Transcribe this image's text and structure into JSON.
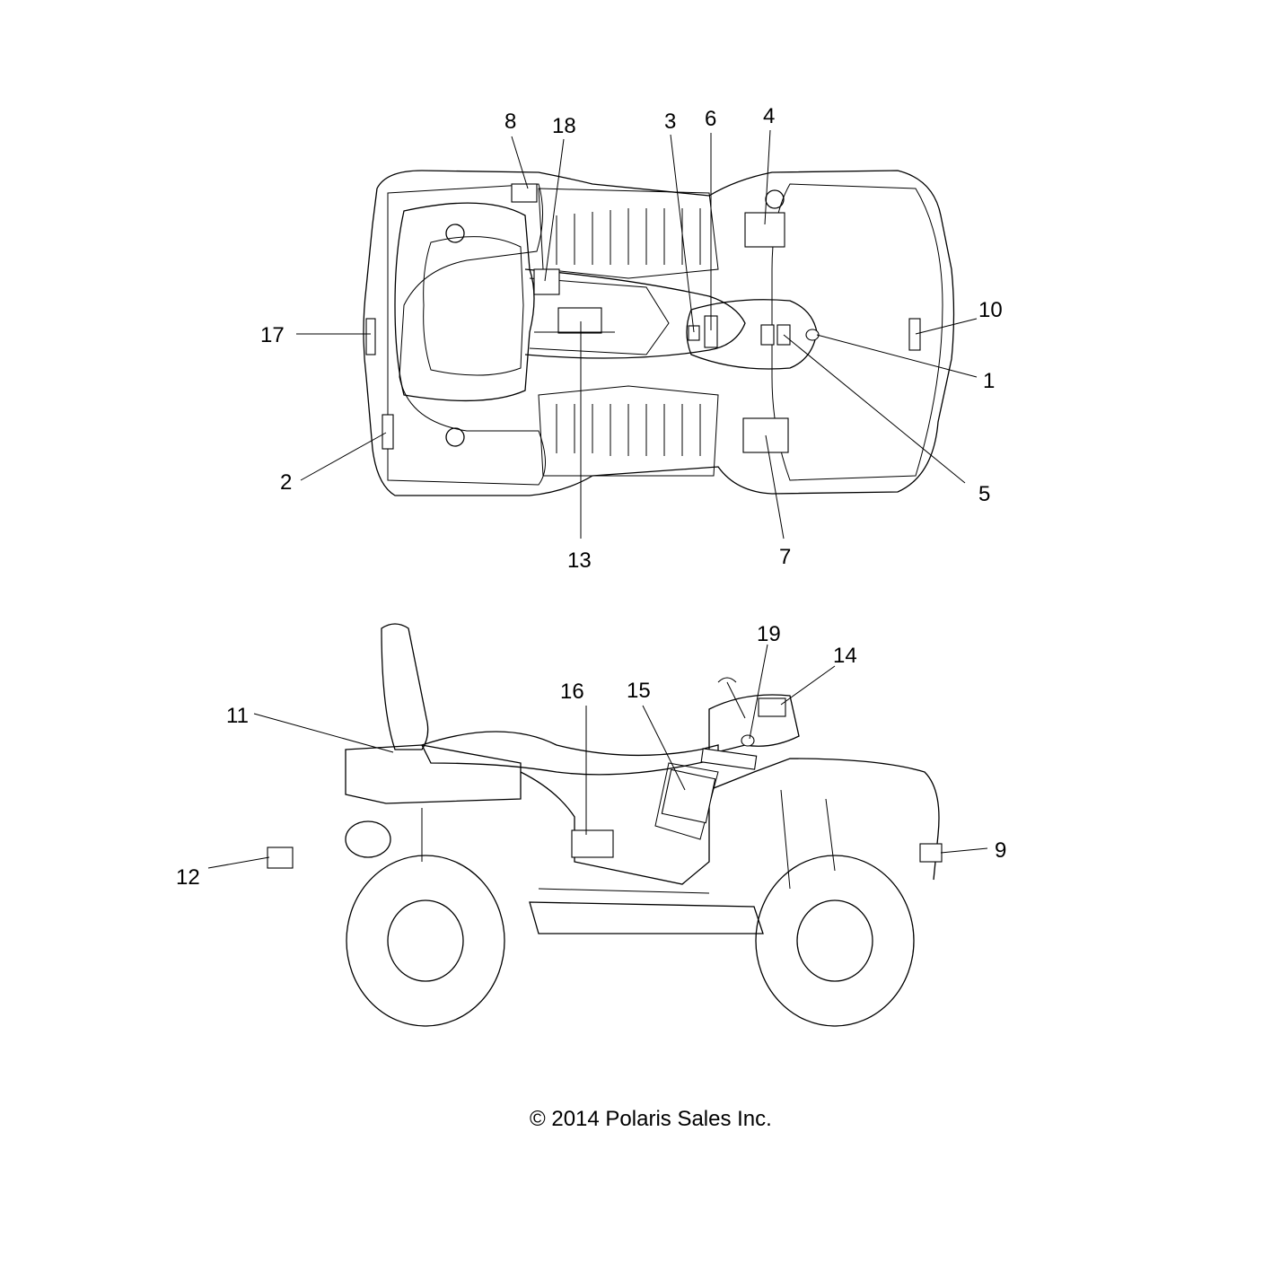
{
  "callouts": [
    "1",
    "2",
    "3",
    "4",
    "5",
    "6",
    "7",
    "8",
    "9",
    "10",
    "11",
    "12",
    "13",
    "14",
    "15",
    "16",
    "17",
    "18",
    "19"
  ],
  "copyright": "© 2014  Polaris Sales Inc."
}
